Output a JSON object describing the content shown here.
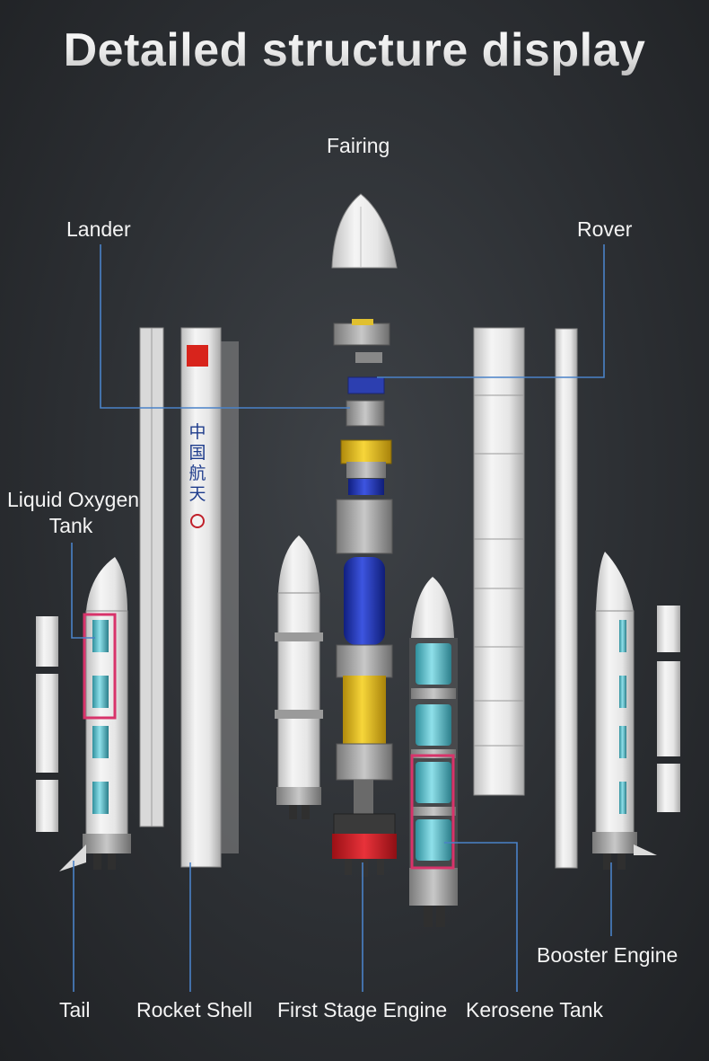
{
  "title": "Detailed structure display",
  "labels": {
    "fairing": "Fairing",
    "lander": "Lander",
    "rover": "Rover",
    "liquid_oxygen_tank_line1": "Liquid Oxygen",
    "liquid_oxygen_tank_line2": "Tank",
    "booster_engine": "Booster Engine",
    "tail": "Tail",
    "rocket_shell": "Rocket Shell",
    "first_stage_engine": "First Stage Engine",
    "kerosene_tank": "Kerosene Tank"
  },
  "shell_print": {
    "chars": [
      "中",
      "国",
      "航",
      "天"
    ]
  },
  "colors": {
    "leader_line": "#4a82c8",
    "highlight_box": "#d8336a",
    "tank_cyan": "#4fb6c4",
    "tank_blue": "#1f33b8",
    "tank_yellow": "#e8c020",
    "engine_red": "#d6202a",
    "flag_red": "#d8241c",
    "brick_white": "#e9e9e9"
  }
}
